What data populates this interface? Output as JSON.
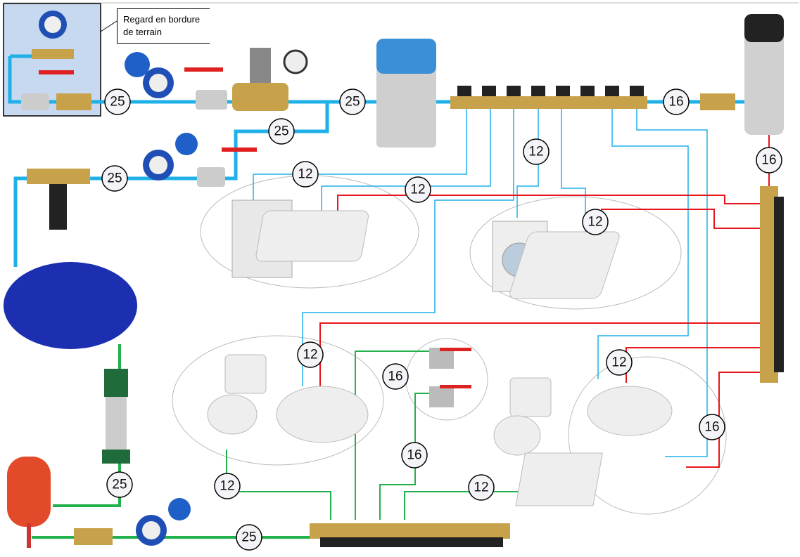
{
  "callout": {
    "text": "Regard en bordure de terrain"
  },
  "colors": {
    "cold_water": "#1fb0e8",
    "hot_water": "#e8141c",
    "rain_water": "#22b14c",
    "meter_blue": "#1f4fb5",
    "brass": "#c8a24a"
  },
  "pipe_labels": [
    "25",
    "25",
    "25",
    "16",
    "16",
    "25",
    "12",
    "12",
    "12",
    "12",
    "12",
    "16",
    "16",
    "12",
    "16",
    "25",
    "12",
    "12",
    "25"
  ],
  "devices": [
    "water-meter",
    "ball-valve",
    "pressure-reducer",
    "water-softener",
    "cold-manifold",
    "heat-pump-water-heater",
    "hot-manifold",
    "filter",
    "rainwater-tank",
    "pump",
    "expansion-vessel",
    "rain-manifold",
    "dishwasher",
    "kitchen-sink",
    "washing-machine",
    "toilet",
    "washbasin",
    "garden-taps",
    "shower-tray"
  ]
}
